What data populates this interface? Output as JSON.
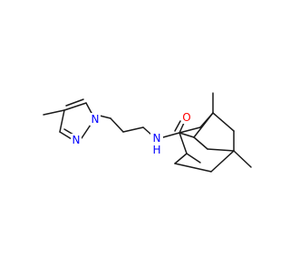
{
  "structure": {
    "atoms": {
      "n1": {
        "label": "N",
        "color": "#0000ff"
      },
      "n2": {
        "label": "N",
        "color": "#0000ff"
      },
      "nh": {
        "label": "N",
        "sub": "H",
        "color": "#0000ff"
      },
      "o": {
        "label": "O",
        "color": "#ff0000"
      }
    }
  }
}
